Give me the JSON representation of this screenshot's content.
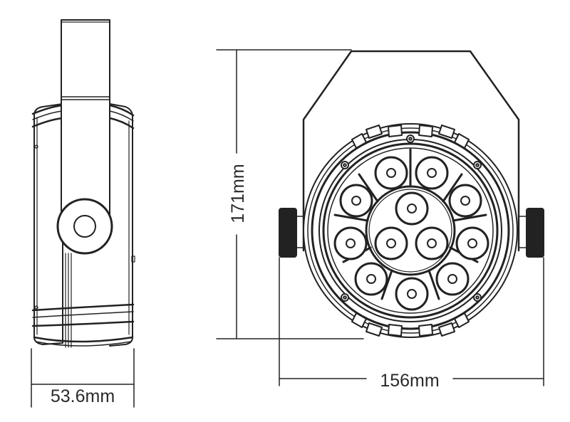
{
  "diagram": {
    "type": "technical-drawing",
    "subject": "LED par light fixture dimensions",
    "views": [
      {
        "name": "side-view"
      },
      {
        "name": "front-view",
        "led_count": 12
      }
    ],
    "dimensions": {
      "depth": "53.6mm",
      "height": "171mm",
      "width": "156mm"
    },
    "colors": {
      "line": "#222222",
      "knob_fill": "#222222",
      "text": "#2a2a2a"
    }
  }
}
